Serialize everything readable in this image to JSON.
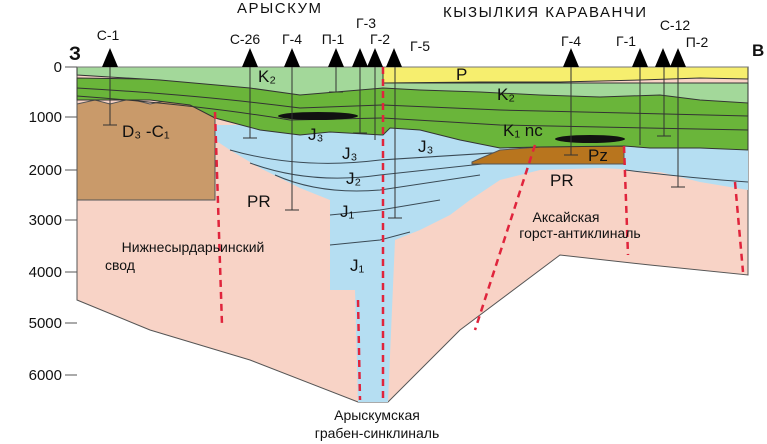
{
  "titles": {
    "left": "АРЫСКУМ",
    "right": "КЫЗЫЛКИЯ КАРАВАНЧИ"
  },
  "directions": {
    "west": "З",
    "east": "В"
  },
  "depth_axis": [
    "0",
    "1000",
    "2000",
    "3000",
    "4000",
    "5000",
    "6000"
  ],
  "wells": [
    "С-1",
    "С-26",
    "Г-4",
    "П-1",
    "Г-3",
    "Г-2",
    "Г-5",
    "Г-4",
    "Г-1",
    "С-12",
    "П-2"
  ],
  "units": {
    "k2_left": "K₂",
    "k2_right": "K₂",
    "p": "P",
    "d3c1": "D₃ -C₁",
    "j3_a": "J₃",
    "j3_b": "J₃",
    "j3_c": "J₃",
    "j2": "J₂",
    "j1_a": "J₁",
    "j1_b": "J₁",
    "pr_left": "PR",
    "pr_right": "PR",
    "k1nc": "K₁ nc",
    "pz": "Pz"
  },
  "captions": {
    "svod_1": "Нижнесырдарьинский",
    "svod_2": "свод",
    "horst_1": "Аксайская",
    "horst_2": "горст-антиклиналь",
    "graben_1": "Арыскумская",
    "graben_2": "грабен-синклиналь"
  },
  "colors": {
    "pr": "#f8d3c6",
    "j": "#b5def2",
    "d3c1": "#c99a6a",
    "pz": "#b8751e",
    "k_dark": "#6ab53a",
    "k_light": "#a3d89a",
    "p": "#f6ee6e",
    "fault": "#e0243c"
  }
}
